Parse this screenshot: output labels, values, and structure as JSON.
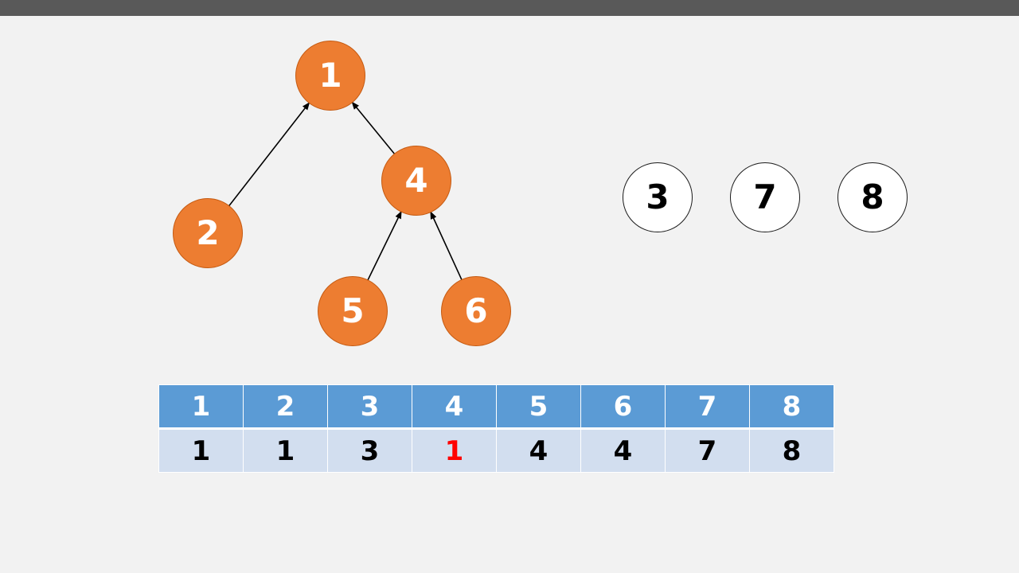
{
  "tree_nodes": [
    {
      "id": "1",
      "label": "1"
    },
    {
      "id": "2",
      "label": "2"
    },
    {
      "id": "4",
      "label": "4"
    },
    {
      "id": "5",
      "label": "5"
    },
    {
      "id": "6",
      "label": "6"
    }
  ],
  "edges": [
    {
      "from": "2",
      "to": "1"
    },
    {
      "from": "4",
      "to": "1"
    },
    {
      "from": "5",
      "to": "4"
    },
    {
      "from": "6",
      "to": "4"
    }
  ],
  "single_nodes": [
    {
      "id": "3",
      "label": "3"
    },
    {
      "id": "7",
      "label": "7"
    },
    {
      "id": "8",
      "label": "8"
    }
  ],
  "array": {
    "indices": [
      "1",
      "2",
      "3",
      "4",
      "5",
      "6",
      "7",
      "8"
    ],
    "parents": [
      "1",
      "1",
      "3",
      "1",
      "4",
      "4",
      "7",
      "8"
    ],
    "highlight_index": 3,
    "highlight_color": "#ff0000"
  },
  "colors": {
    "tree_node_fill": "#ed7d31",
    "header_fill": "#5b9bd5",
    "row_fill": "#d2deef",
    "top_bar": "#595959",
    "background": "#f2f2f2"
  }
}
